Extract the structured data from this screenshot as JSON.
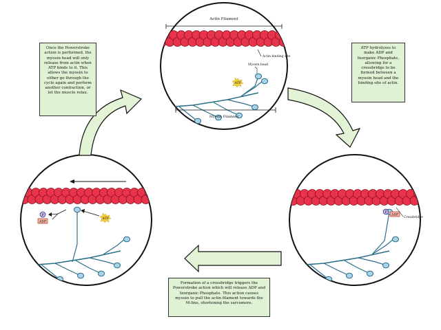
{
  "notes": {
    "top_left": "Once the Powerstroke action is performed, the myosin head will only release from actin when ATP binds to it. This allows the myosin to either go through the cycle again and perform another contraction, or let the muscle relax.",
    "top_right": "ATP hydrolyzes to make ADP and Inorganic Phosphate, allowing for a crossbridge to be formed between a myosin head and the binding site of actin.",
    "bottom": "Formation of a crossbridge triggers the Powerstroke action which will release ADP and Inorganic Phosphate. This action causes myosin to pull the actin filament towards the M-line, shortening the sarcomere."
  },
  "labels": {
    "actin_filament": "Actin Filament",
    "actin_binding_site": "Actin binding site",
    "myosin_head": "Myosin head",
    "myosin_filament": "Myosin Filament",
    "crossbridge": "Crossbridge",
    "atp": "ATP",
    "adp": "ADP",
    "phosphate": "P"
  },
  "colors": {
    "actin": "#e8344a",
    "myosin": "#2a6f8a",
    "myosin_head": "#a9d3e6",
    "note_bg": "#dff2d4",
    "arrow_fill": "#e2f3d6",
    "atp_burst": "#f4d03f",
    "adp_box": "#f7b3a8",
    "phosphate_circle": "#c8b8e8"
  }
}
